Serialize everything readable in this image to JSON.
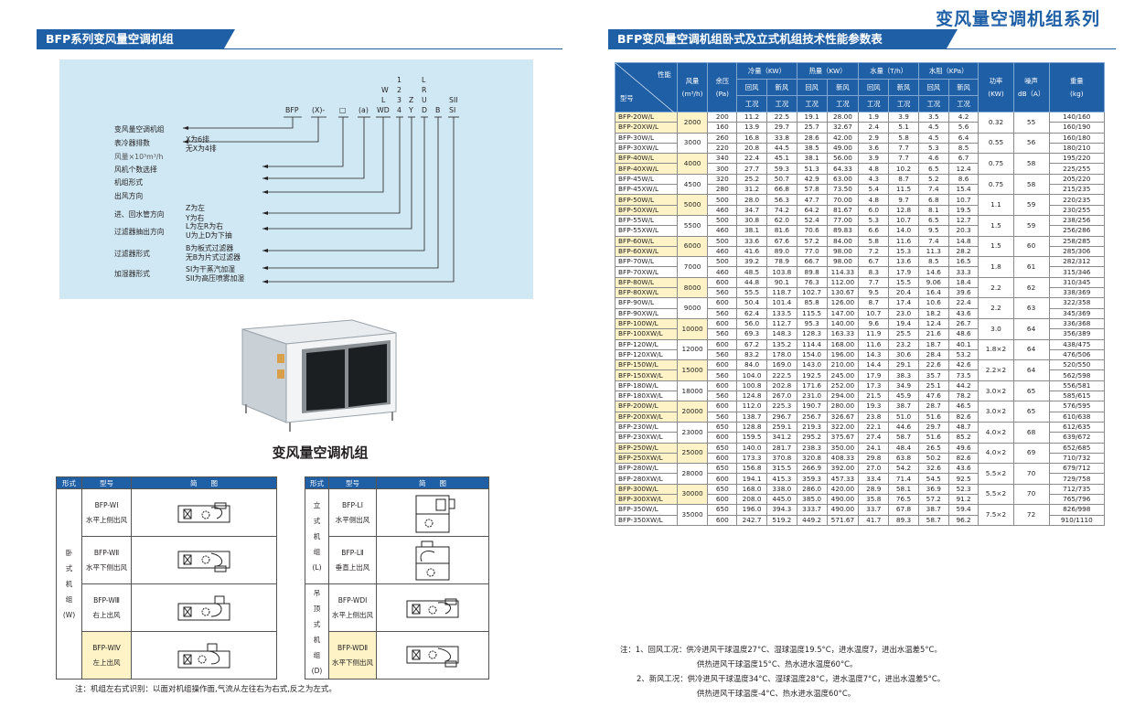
{
  "page_title": "变风量空调机组系列",
  "left_section_title": "BFP系列变风量空调机组",
  "right_section_title": "BFP变风量空调机组卧式及立式机组技术性能参数表",
  "code": {
    "tokens": [
      "BFP",
      "(X)-",
      "□",
      "(a)",
      "WD",
      "4",
      "Y",
      "D",
      "B",
      "SI"
    ],
    "stack_wd": [
      "W",
      "L",
      "WD"
    ],
    "stack_4": [
      "1",
      "2",
      "3",
      "4"
    ],
    "stack_y": [
      "Z",
      "Y"
    ],
    "stack_d": [
      "L",
      "R",
      "U",
      "D"
    ],
    "stack_si": [
      "SII",
      "SI"
    ],
    "labels": [
      "变风量空调机组",
      "表冷器排数",
      "风量×10³m³/h",
      "风机个数选择",
      "机组形式",
      "出风方向",
      "进、回水管方向",
      "过滤器抽出方向",
      "过滤器形式",
      "加湿器形式"
    ],
    "desc_rows": [
      "X为6排",
      "无X为4排"
    ],
    "desc_water": [
      "Z为左",
      "Y为右"
    ],
    "desc_filter_dir": [
      "L为左R为右",
      "U为上D为下抽"
    ],
    "desc_filter": [
      "B为板式过滤器",
      "无B为片式过滤器"
    ],
    "desc_humid": [
      "SI为干蒸汽加湿",
      "SII为高压喷雾加湿"
    ]
  },
  "machine_caption": "变风量空调机组",
  "form_table_left": {
    "headers": [
      "形式",
      "型号",
      "简　　图"
    ],
    "group_label": [
      "卧",
      "式",
      "机",
      "组",
      "(W)"
    ],
    "rows": [
      {
        "model": "BFP-WⅠ",
        "desc": "水平上侧出风"
      },
      {
        "model": "BFP-WⅡ",
        "desc": "水平下侧出风"
      },
      {
        "model": "BFP-WⅢ",
        "desc": "右上出风"
      },
      {
        "model": "BFP-WⅣ",
        "desc": "左上出风"
      }
    ]
  },
  "form_table_right": {
    "headers": [
      "形式",
      "型号",
      "简　　图"
    ],
    "group1": [
      "立",
      "式",
      "机",
      "组",
      "(L)"
    ],
    "group2": [
      "吊",
      "顶",
      "式",
      "机",
      "组",
      "(D)"
    ],
    "rows": [
      {
        "model": "BFP-LⅠ",
        "desc": "水平侧出风"
      },
      {
        "model": "BFP-LⅡ",
        "desc": "垂直上出风"
      },
      {
        "model": "BFP-WDⅠ",
        "desc": "水平上侧出风"
      },
      {
        "model": "BFP-WDⅡ",
        "desc": "水平下侧出风"
      }
    ]
  },
  "note_left": "注：机组左右式识别：以面对机组操作面,气流从左往右为右式,反之为左式。",
  "params": {
    "header": {
      "diag_top": "性能",
      "diag_bottom": "型号",
      "airflow": "风量",
      "airflow_unit": "(m³/h)",
      "pressure": "余压",
      "pressure_unit": "(Pa)",
      "cooling": "冷量（KW）",
      "heating": "热量（KW）",
      "water": "水量（T/h）",
      "resistance": "水阻（KPa）",
      "power": "功率",
      "power_unit": "(KW)",
      "noise": "噪声",
      "noise_unit": "dB（A）",
      "weight": "重量",
      "weight_unit": "(kg)",
      "sub_a": "回风",
      "sub_b": "新风",
      "sub_c": "工况"
    },
    "groups": [
      {
        "airflow": "2000",
        "power": "0.32",
        "noise": "55",
        "rows": [
          [
            "BFP-20W/L",
            "200",
            "11.2",
            "22.5",
            "19.1",
            "28.00",
            "1.9",
            "3.9",
            "3.5",
            "4.2",
            "140/160"
          ],
          [
            "BFP-20XW/L",
            "160",
            "13.9",
            "29.7",
            "25.7",
            "32.67",
            "2.4",
            "5.1",
            "4.5",
            "5.6",
            "160/190"
          ]
        ]
      },
      {
        "airflow": "3000",
        "power": "0.55",
        "noise": "56",
        "rows": [
          [
            "BFP-30W/L",
            "260",
            "16.8",
            "33.8",
            "28.6",
            "42.00",
            "2.9",
            "5.8",
            "4.5",
            "6.4",
            "160/180"
          ],
          [
            "BFP-30XW/L",
            "220",
            "20.8",
            "44.5",
            "38.5",
            "49.00",
            "3.6",
            "7.7",
            "5.3",
            "8.5",
            "180/210"
          ]
        ]
      },
      {
        "airflow": "4000",
        "power": "0.75",
        "noise": "58",
        "rows": [
          [
            "BFP-40W/L",
            "340",
            "22.4",
            "45.1",
            "38.1",
            "56.00",
            "3.9",
            "7.7",
            "4.6",
            "6.7",
            "195/220"
          ],
          [
            "BFP-40XW/L",
            "300",
            "27.7",
            "59.3",
            "51.3",
            "64.33",
            "4.8",
            "10.2",
            "6.5",
            "12.4",
            "225/255"
          ]
        ]
      },
      {
        "airflow": "4500",
        "power": "0.75",
        "noise": "58",
        "rows": [
          [
            "BFP-45W/L",
            "320",
            "25.2",
            "50.7",
            "42.9",
            "63.00",
            "4.3",
            "8.7",
            "5.2",
            "8.6",
            "205/220"
          ],
          [
            "BFP-45XW/L",
            "280",
            "31.2",
            "66.8",
            "57.8",
            "73.50",
            "5.4",
            "11.5",
            "7.4",
            "15.4",
            "215/235"
          ]
        ]
      },
      {
        "airflow": "5000",
        "power": "1.1",
        "noise": "59",
        "rows": [
          [
            "BFP-50W/L",
            "500",
            "28.0",
            "56.3",
            "47.7",
            "70.00",
            "4.8",
            "9.7",
            "6.8",
            "10.7",
            "220/235"
          ],
          [
            "BFP-50XW/L",
            "460",
            "34.7",
            "74.2",
            "64.2",
            "81.67",
            "6.0",
            "12.8",
            "8.1",
            "19.5",
            "230/255"
          ]
        ]
      },
      {
        "airflow": "5500",
        "power": "1.5",
        "noise": "59",
        "rows": [
          [
            "BFP-55W/L",
            "500",
            "30.8",
            "62.0",
            "52.4",
            "77.00",
            "5.3",
            "10.7",
            "6.5",
            "12.7",
            "238/256"
          ],
          [
            "BFP-55XW/L",
            "460",
            "38.1",
            "81.6",
            "70.6",
            "89.83",
            "6.6",
            "14.0",
            "9.5",
            "20.3",
            "256/286"
          ]
        ]
      },
      {
        "airflow": "6000",
        "power": "1.5",
        "noise": "60",
        "rows": [
          [
            "BFP-60W/L",
            "500",
            "33.6",
            "67.6",
            "57.2",
            "84.00",
            "5.8",
            "11.6",
            "7.4",
            "14.8",
            "258/285"
          ],
          [
            "BFP-60XW/L",
            "460",
            "41.6",
            "89.0",
            "77.0",
            "98.00",
            "7.2",
            "15.3",
            "11.3",
            "28.2",
            "285/306"
          ]
        ]
      },
      {
        "airflow": "7000",
        "power": "1.8",
        "noise": "61",
        "rows": [
          [
            "BFP-70W/L",
            "500",
            "39.2",
            "78.9",
            "66.7",
            "98.00",
            "6.7",
            "13.6",
            "8.5",
            "16.5",
            "282/312"
          ],
          [
            "BFP-70XW/L",
            "460",
            "48.5",
            "103.8",
            "89.8",
            "114.33",
            "8.3",
            "17.9",
            "14.6",
            "33.3",
            "315/346"
          ]
        ]
      },
      {
        "airflow": "8000",
        "power": "2.2",
        "noise": "62",
        "rows": [
          [
            "BFP-80W/L",
            "600",
            "44.8",
            "90.1",
            "76.3",
            "112.00",
            "7.7",
            "15.5",
            "9.06",
            "18.4",
            "310/345"
          ],
          [
            "BFP-80XW/L",
            "560",
            "55.5",
            "118.7",
            "102.7",
            "130.67",
            "9.5",
            "20.4",
            "16.4",
            "39.6",
            "338/369"
          ]
        ]
      },
      {
        "airflow": "9000",
        "power": "2.2",
        "noise": "63",
        "rows": [
          [
            "BFP-90W/L",
            "600",
            "50.4",
            "101.4",
            "85.8",
            "126.00",
            "8.7",
            "17.4",
            "10.6",
            "22.4",
            "322/358"
          ],
          [
            "BFP-90XW/L",
            "560",
            "62.4",
            "133.5",
            "115.5",
            "147.00",
            "10.7",
            "23.0",
            "18.2",
            "43.6",
            "345/369"
          ]
        ]
      },
      {
        "airflow": "10000",
        "power": "3.0",
        "noise": "64",
        "rows": [
          [
            "BFP-100W/L",
            "600",
            "56.0",
            "112.7",
            "95.3",
            "140.00",
            "9.6",
            "19.4",
            "12.4",
            "26.7",
            "336/368"
          ],
          [
            "BFP-100XW/L",
            "560",
            "69.3",
            "148.3",
            "128.3",
            "163.33",
            "11.9",
            "25.5",
            "21.6",
            "48.6",
            "356/389"
          ]
        ]
      },
      {
        "airflow": "12000",
        "power": "1.8×2",
        "noise": "64",
        "rows": [
          [
            "BFP-120W/L",
            "600",
            "67.2",
            "135.2",
            "114.4",
            "168.00",
            "11.6",
            "23.2",
            "18.7",
            "40.1",
            "438/475"
          ],
          [
            "BFP-120XW/L",
            "560",
            "83.2",
            "178.0",
            "154.0",
            "196.00",
            "14.3",
            "30.6",
            "28.4",
            "53.2",
            "476/506"
          ]
        ]
      },
      {
        "airflow": "15000",
        "power": "2.2×2",
        "noise": "64",
        "rows": [
          [
            "BFP-150W/L",
            "600",
            "84.0",
            "169.0",
            "143.0",
            "210.00",
            "14.4",
            "29.1",
            "22.6",
            "42.6",
            "520/550"
          ],
          [
            "BFP-150XW/L",
            "560",
            "104.0",
            "222.5",
            "192.5",
            "245.00",
            "17.9",
            "38.3",
            "35.7",
            "73.5",
            "562/598"
          ]
        ]
      },
      {
        "airflow": "18000",
        "power": "3.0×2",
        "noise": "65",
        "rows": [
          [
            "BFP-180W/L",
            "600",
            "100.8",
            "202.8",
            "171.6",
            "252.00",
            "17.3",
            "34.9",
            "25.1",
            "44.2",
            "556/581"
          ],
          [
            "BFP-180XW/L",
            "560",
            "124.8",
            "267.0",
            "231.0",
            "294.00",
            "21.5",
            "45.9",
            "47.6",
            "78.2",
            "585/615"
          ]
        ]
      },
      {
        "airflow": "20000",
        "power": "3.0×2",
        "noise": "65",
        "rows": [
          [
            "BFP-200W/L",
            "600",
            "112.0",
            "225.3",
            "190.7",
            "280.00",
            "19.3",
            "38.7",
            "28.7",
            "46.5",
            "576/595"
          ],
          [
            "BFP-200XW/L",
            "560",
            "138.7",
            "296.7",
            "256.7",
            "326.67",
            "23.8",
            "51.0",
            "51.6",
            "82.6",
            "610/638"
          ]
        ]
      },
      {
        "airflow": "23000",
        "power": "4.0×2",
        "noise": "68",
        "rows": [
          [
            "BFP-230W/L",
            "650",
            "128.8",
            "259.1",
            "219.3",
            "322.00",
            "22.1",
            "44.6",
            "29.7",
            "48.7",
            "612/635"
          ],
          [
            "BFP-230XW/L",
            "600",
            "159.5",
            "341.2",
            "295.2",
            "375.67",
            "27.4",
            "58.7",
            "51.6",
            "85.2",
            "639/672"
          ]
        ]
      },
      {
        "airflow": "25000",
        "power": "4.0×2",
        "noise": "69",
        "rows": [
          [
            "BFP-250W/L",
            "650",
            "140.0",
            "281.7",
            "238.3",
            "350.00",
            "24.1",
            "48.4",
            "26.5",
            "49.6",
            "652/685"
          ],
          [
            "BFP-250XW/L",
            "600",
            "173.3",
            "370.8",
            "320.8",
            "408.33",
            "29.8",
            "63.8",
            "50.2",
            "82.6",
            "710/732"
          ]
        ]
      },
      {
        "airflow": "28000",
        "power": "5.5×2",
        "noise": "70",
        "rows": [
          [
            "BFP-280W/L",
            "650",
            "156.8",
            "315.5",
            "266.9",
            "392.00",
            "27.0",
            "54.2",
            "32.6",
            "43.6",
            "679/712"
          ],
          [
            "BFP-280XW/L",
            "600",
            "194.1",
            "415.3",
            "359.3",
            "457.33",
            "33.4",
            "71.4",
            "54.5",
            "92.5",
            "729/758"
          ]
        ]
      },
      {
        "airflow": "30000",
        "power": "5.5×2",
        "noise": "70",
        "rows": [
          [
            "BFP-300W/L",
            "650",
            "168.0",
            "338.0",
            "286.0",
            "420.00",
            "28.9",
            "58.1",
            "36.9",
            "52.3",
            "712/735"
          ],
          [
            "BFP-300XW/L",
            "600",
            "208.0",
            "445.0",
            "385.0",
            "490.00",
            "35.8",
            "76.5",
            "57.2",
            "91.2",
            "765/796"
          ]
        ]
      },
      {
        "airflow": "35000",
        "power": "7.5×2",
        "noise": "72",
        "rows": [
          [
            "BFP-350W/L",
            "650",
            "196.0",
            "394.3",
            "333.7",
            "490.00",
            "33.7",
            "67.8",
            "38.7",
            "59.4",
            "826/998"
          ],
          [
            "BFP-350XW/L",
            "600",
            "242.7",
            "519.2",
            "449.2",
            "571.67",
            "41.7",
            "89.3",
            "58.7",
            "96.2",
            "910/1110"
          ]
        ]
      }
    ]
  },
  "notes_right": [
    "注：1、回风工况：供冷进风干球温度27°C、湿球温度19.5°C，进水温度7，进出水温差5°C。",
    "供热进风干球温度15°C、热水进水温度60°C。",
    "2、新风工况：供冷进风干球温度34°C、湿球温度28°C，进水温度7°C，进出水温差5°C。",
    "供热进风干球温度-4°C、热水进水温度60°C。"
  ],
  "colors": {
    "brand_blue": "#1f5fa6",
    "diagram_bg": "#cfe8f3",
    "highlight_yellow": "#fdf3c7"
  }
}
